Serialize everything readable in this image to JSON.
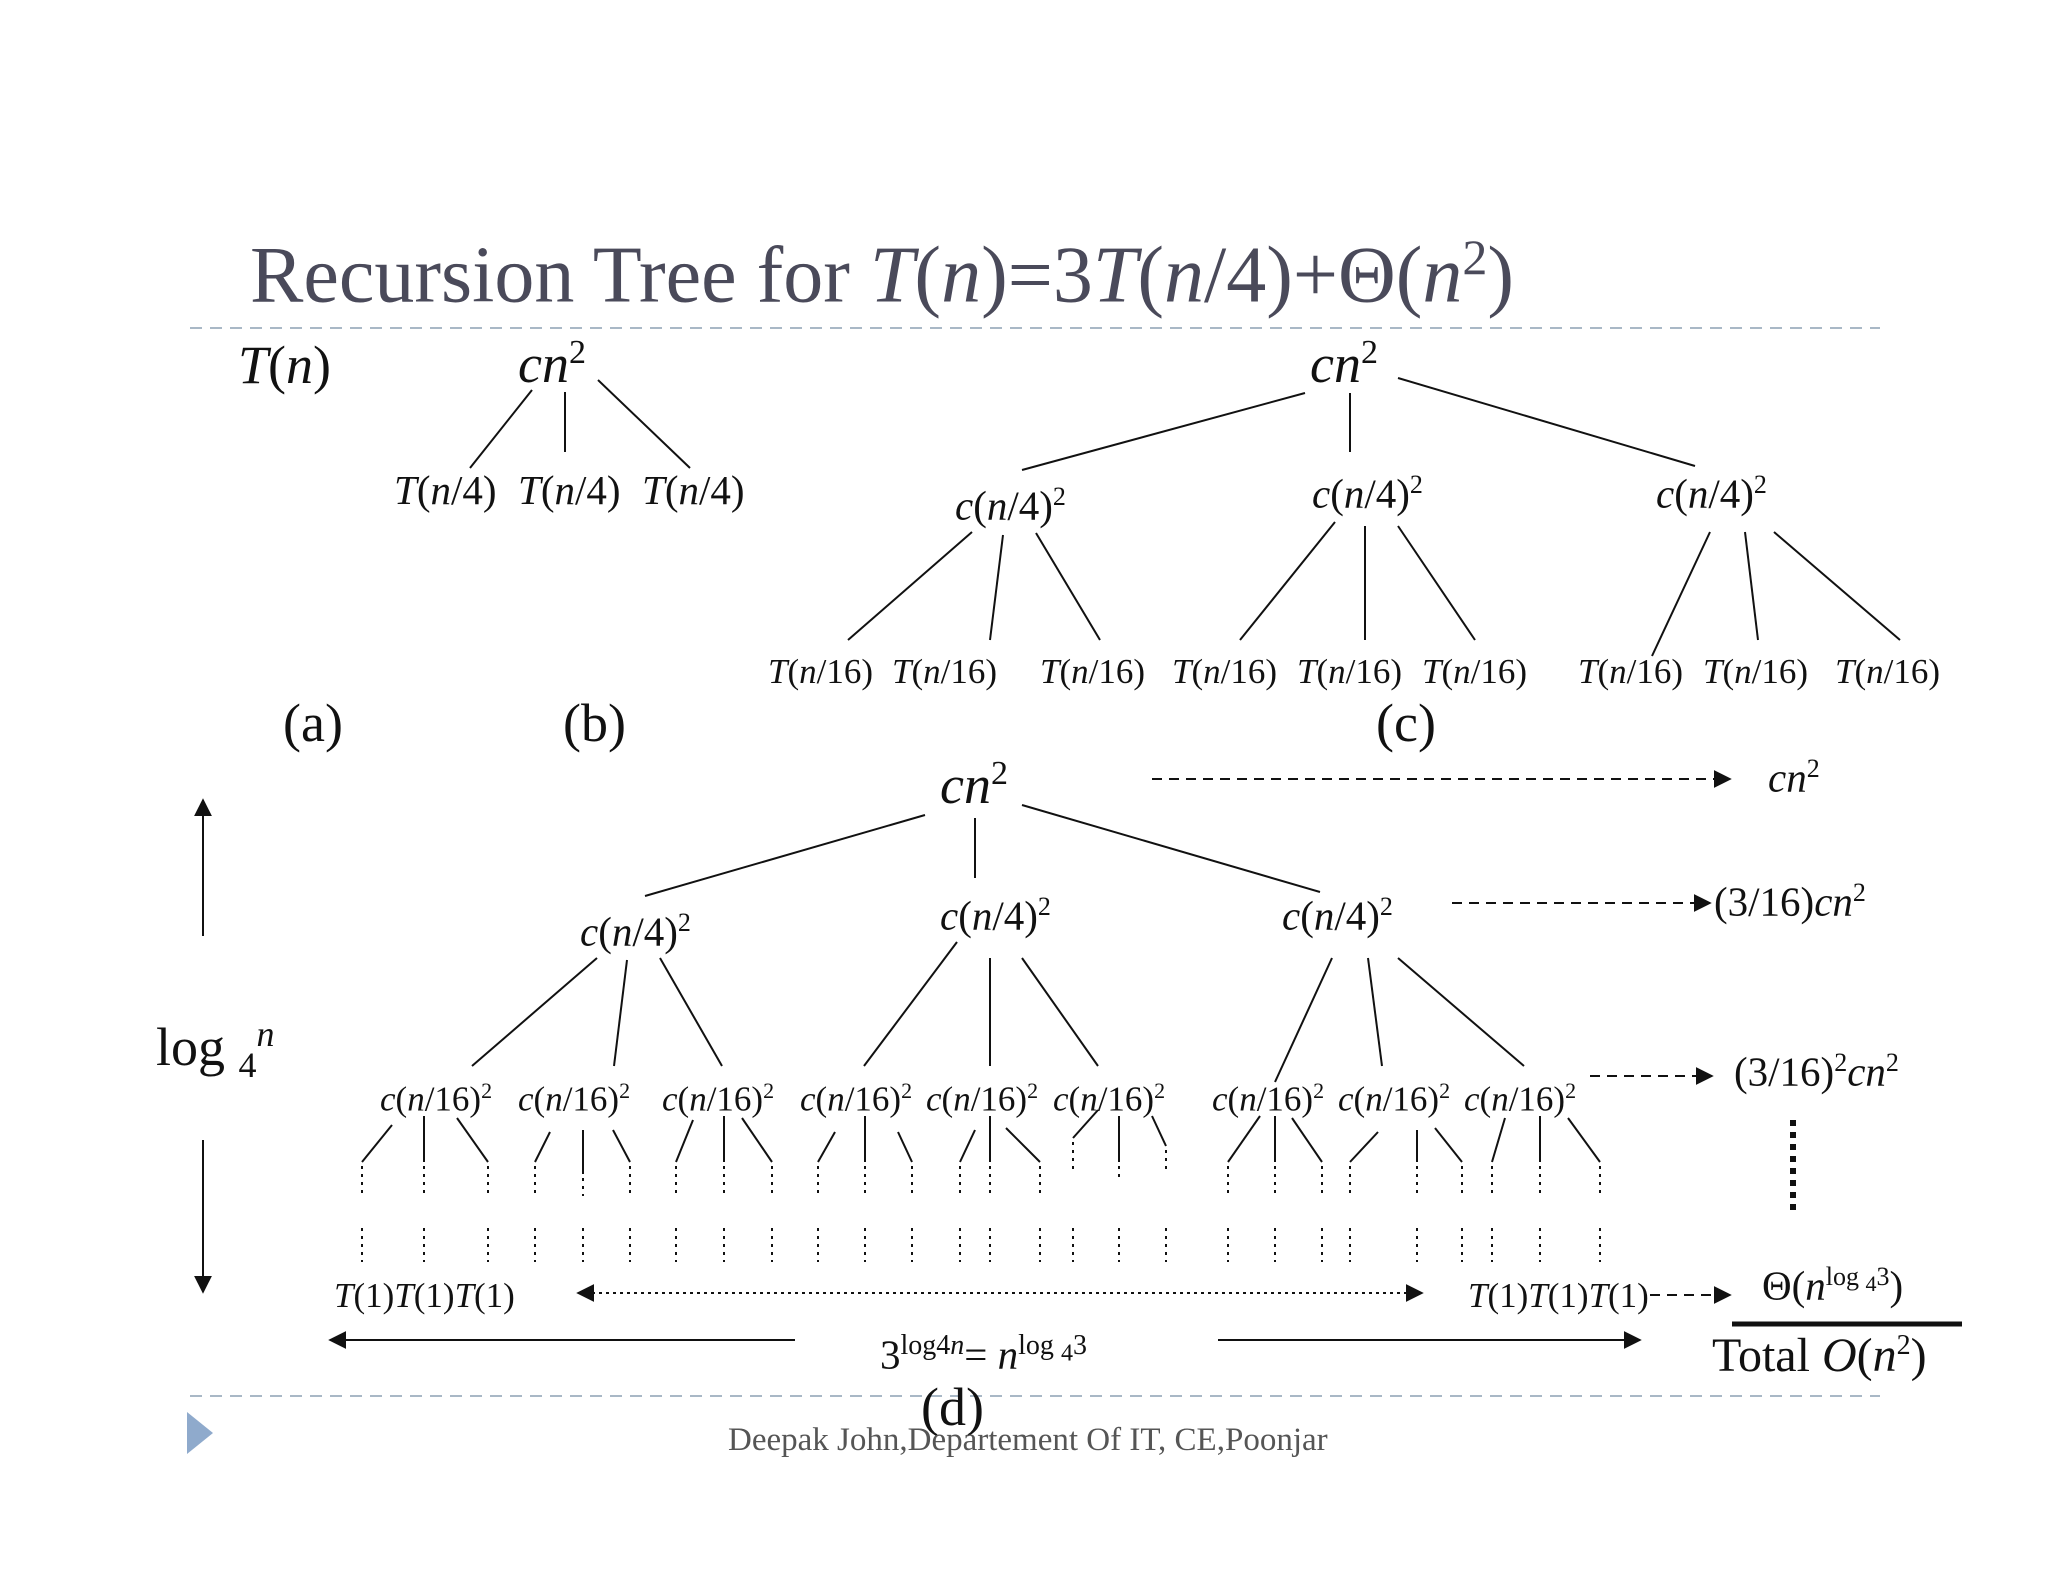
{
  "title": {
    "prefix": "Recursion Tree for ",
    "T1": "T",
    "p1": "(",
    "n1": "n",
    "p2": ")=3",
    "T2": "T",
    "p3": "(",
    "n2": "n",
    "p4": "/4)+Θ(",
    "n3": "n",
    "sup": "2",
    "p5": ")"
  },
  "part_a": {
    "root": {
      "T": "T",
      "o": "(",
      "n": "n",
      "c": ")"
    },
    "label": "(a)"
  },
  "part_b": {
    "root": {
      "c": "c",
      "n": "n",
      "sup": "2"
    },
    "children": [
      {
        "T": "T",
        "o": "(",
        "n": "n",
        "r": "/4)"
      },
      {
        "T": "T",
        "o": "(",
        "n": "n",
        "r": "/4)"
      },
      {
        "T": "T",
        "o": "(",
        "n": "n",
        "r": "/4)"
      }
    ],
    "label": "(b)"
  },
  "part_c": {
    "root": {
      "c": "c",
      "n": "n",
      "sup": "2"
    },
    "level1": [
      {
        "c": "c",
        "o": "(",
        "n": "n",
        "r": "/4)",
        "sup": "2"
      },
      {
        "c": "c",
        "o": "(",
        "n": "n",
        "r": "/4)",
        "sup": "2"
      },
      {
        "c": "c",
        "o": "(",
        "n": "n",
        "r": "/4)",
        "sup": "2"
      }
    ],
    "leaves": [
      {
        "T": "T",
        "o": "(",
        "n": "n",
        "r": "/16)"
      },
      {
        "T": "T",
        "o": "(",
        "n": "n",
        "r": "/16)"
      },
      {
        "T": "T",
        "o": "(",
        "n": "n",
        "r": "/16)"
      },
      {
        "T": "T",
        "o": "(",
        "n": "n",
        "r": "/16)"
      },
      {
        "T": "T",
        "o": "(",
        "n": "n",
        "r": "/16)"
      },
      {
        "T": "T",
        "o": "(",
        "n": "n",
        "r": "/16)"
      },
      {
        "T": "T",
        "o": "(",
        "n": "n",
        "r": "/16)"
      },
      {
        "T": "T",
        "o": "(",
        "n": "n",
        "r": "/16)"
      },
      {
        "T": "T",
        "o": "(",
        "n": "n",
        "r": "/16)"
      }
    ],
    "label": "(c)"
  },
  "part_d": {
    "root": {
      "c": "c",
      "n": "n",
      "sup": "2"
    },
    "level1": [
      {
        "c": "c",
        "o": "(",
        "n": "n",
        "r": "/4)",
        "sup": "2"
      },
      {
        "c": "c",
        "o": "(",
        "n": "n",
        "r": "/4)",
        "sup": "2"
      },
      {
        "c": "c",
        "o": "(",
        "n": "n",
        "r": "/4)",
        "sup": "2"
      }
    ],
    "level2": [
      {
        "c": "c",
        "o": "(",
        "n": "n",
        "r": "/16)",
        "sup": "2"
      },
      {
        "c": "c",
        "o": "(",
        "n": "n",
        "r": "/16)",
        "sup": "2"
      },
      {
        "c": "c",
        "o": "(",
        "n": "n",
        "r": "/16)",
        "sup": "2"
      },
      {
        "c": "c",
        "o": "(",
        "n": "n",
        "r": "/16)",
        "sup": "2"
      },
      {
        "c": "c",
        "o": "(",
        "n": "n",
        "r": "/16)",
        "sup": "2"
      },
      {
        "c": "c",
        "o": "(",
        "n": "n",
        "r": "/16)",
        "sup": "2"
      },
      {
        "c": "c",
        "o": "(",
        "n": "n",
        "r": "/16)",
        "sup": "2"
      },
      {
        "c": "c",
        "o": "(",
        "n": "n",
        "r": "/16)",
        "sup": "2"
      },
      {
        "c": "c",
        "o": "(",
        "n": "n",
        "r": "/16)",
        "sup": "2"
      }
    ],
    "leaves_left": {
      "T1": "T",
      "a": "(1)",
      "T2": "T",
      "b": "(1)",
      "T3": "T",
      "c": "(1)"
    },
    "leaves_right": {
      "T1": "T",
      "a": "(1)",
      "T2": "T",
      "b": "(1)",
      "T3": "T",
      "c": "(1)"
    },
    "height": {
      "log": "log ",
      "base": "4",
      "n": "n"
    },
    "leaf_count": {
      "three": "3",
      "exp_log": "log4",
      "exp_n": "n",
      "eq": "= ",
      "n": "n",
      "exp2": "log ",
      "sub": "4",
      "sup": "3"
    },
    "label": "(d)"
  },
  "level_costs": {
    "l0": {
      "c": "c",
      "n": "n",
      "sup": "2"
    },
    "l1": {
      "frac": "(3/16)",
      "c": "c",
      "n": "n",
      "sup": "2"
    },
    "l2": {
      "frac": "(3/16)",
      "sup1": "2",
      "c": "c",
      "n": "n",
      "sup2": "2"
    },
    "leaf": {
      "theta": "Θ(",
      "n": "n",
      "sup": "log ",
      "sub": "4",
      "sup3": "3",
      "close": ")"
    },
    "total": {
      "word": "Total ",
      "O": "O",
      "o": "(",
      "n": "n",
      "sup": "2",
      "c": ")"
    }
  },
  "footer": {
    "text": "Deepak John,Departement Of IT, CE,Poonjar"
  },
  "colors": {
    "title": "#4a4a5a",
    "rule": "#a9b8c6",
    "bullet": "#8faacc",
    "ink": "#111111"
  }
}
